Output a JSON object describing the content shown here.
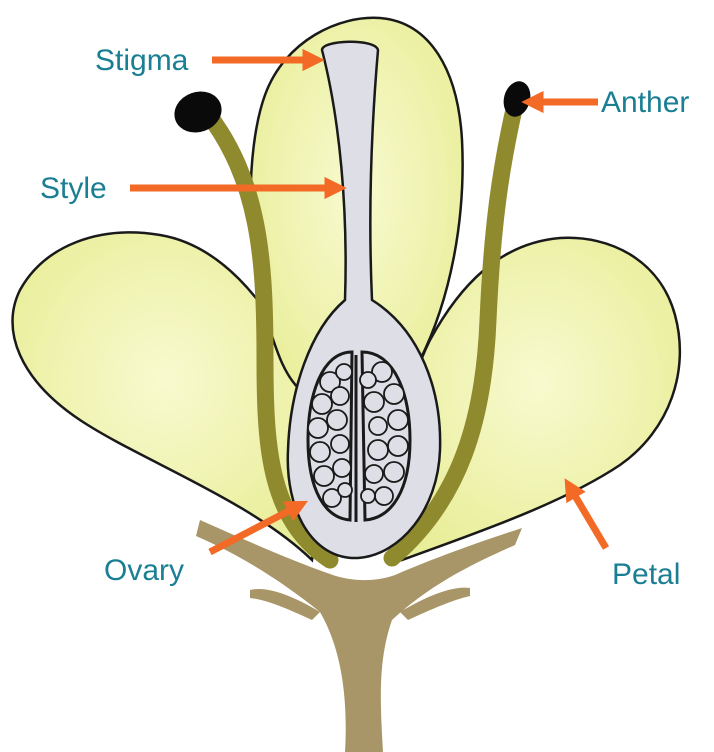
{
  "labels": {
    "stigma": "Stigma",
    "style": "Style",
    "anther": "Anther",
    "ovary": "Ovary",
    "petal": "Petal"
  },
  "colors": {
    "label_text": "#1a7f93",
    "pointer_arrow": "#f26a25",
    "petal_fill": "#eef2a8",
    "petal_fill_light": "#f7f9cf",
    "filament": "#8f8a2e",
    "anther": "#0a0a0a",
    "pistil_fill": "#dedee6",
    "stem": "#a89668",
    "outline": "#1a1a1a"
  },
  "icons": {
    "pointer": "arrow-right-icon"
  }
}
